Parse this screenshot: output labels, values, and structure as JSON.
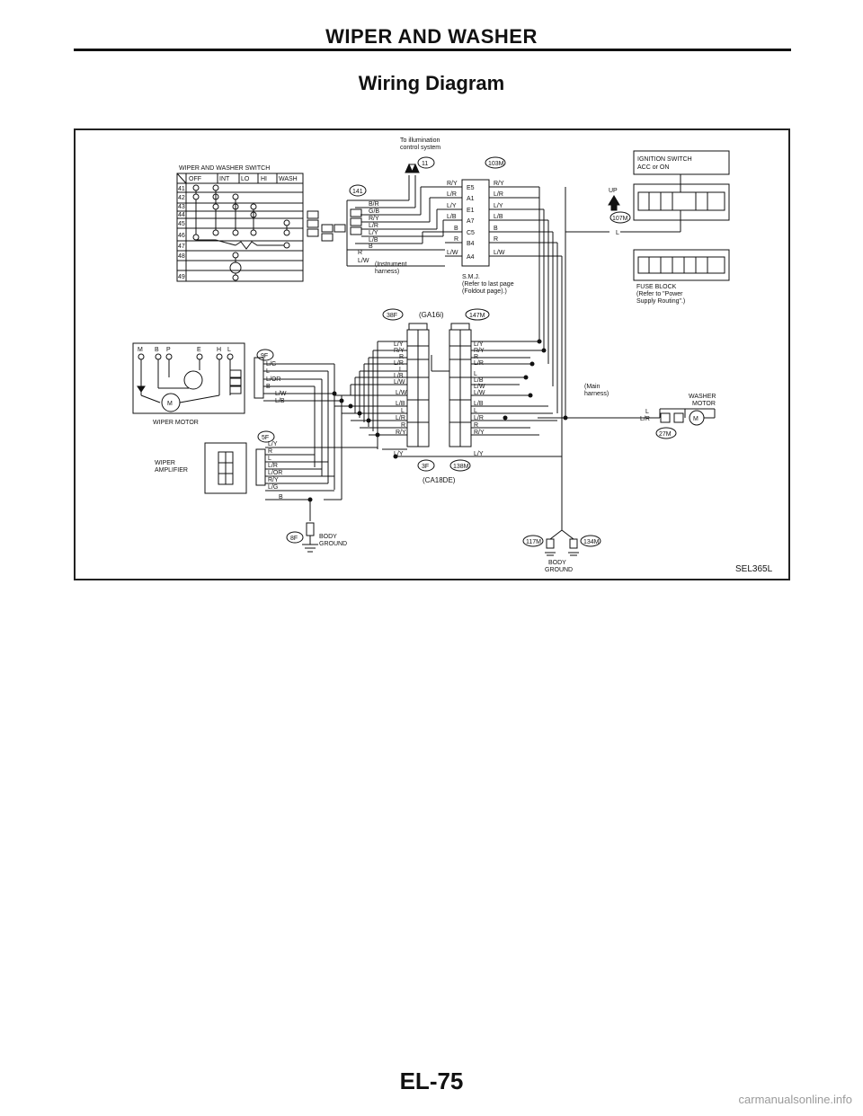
{
  "header": {
    "title": "WIPER AND WASHER",
    "subtitle": "Wiring Diagram"
  },
  "diagram": {
    "figure_code": "SEL365L",
    "switch": {
      "title": "WIPER AND WASHER SWITCH",
      "columns": [
        "OFF",
        "INT",
        "LO",
        "HI",
        "WASH"
      ],
      "rows": [
        "41",
        "42",
        "43",
        "44",
        "45",
        "46",
        "47",
        "48",
        "49"
      ]
    },
    "illumination_note": [
      "To illumination",
      "control system"
    ],
    "ignition_switch": [
      "IGNITION SWITCH",
      "ACC or ON"
    ],
    "up_label": "UP",
    "fuse_block": [
      "FUSE BLOCK",
      "(Refer to \"Power",
      "Supply Routing\".)"
    ],
    "connectors": {
      "c11": "11",
      "c103m": "103M",
      "c141": "141",
      "c107m": "107M",
      "c38f": "38F",
      "c147m": "147M",
      "c9f": "9F",
      "c5f": "5F",
      "c3f": "3F",
      "c138m": "138M",
      "c27m": "27M",
      "c8f": "8F",
      "c117m": "117M",
      "c134m": "134M"
    },
    "ga16i": "(GA16i)",
    "ca18de": "(CA18DE)",
    "smj": [
      "S.M.J.",
      "(Refer to last page",
      "(Foldout page).)"
    ],
    "instrument_harness": [
      "(Instrument",
      "harness)"
    ],
    "main_harness": [
      "(Main",
      "harness)"
    ],
    "smj_pins": [
      {
        "left": "R/Y",
        "pin": "E5",
        "right": "R/Y"
      },
      {
        "left": "L/R",
        "pin": "A1",
        "right": "L/R"
      },
      {
        "left": "L/Y",
        "pin": "E1",
        "right": "L/Y"
      },
      {
        "left": "L/B",
        "pin": "A7",
        "right": "L/B"
      },
      {
        "left": "B",
        "pin": "C5",
        "right": "B"
      },
      {
        "left": "R",
        "pin": "B4",
        "right": "R"
      },
      {
        "left": "L/W",
        "pin": "A4",
        "right": "L/W"
      }
    ],
    "switch_wires": [
      "B/R",
      "G/B",
      "R/Y",
      "L/R",
      "L/Y",
      "L/B",
      "B",
      "R",
      "L/W"
    ],
    "wiper_motor": {
      "label": "WIPER MOTOR",
      "terminals": [
        "M",
        "B",
        "P",
        "E",
        "H",
        "L"
      ]
    },
    "motor_wires": [
      "L/G",
      "L",
      "L/OR",
      "B",
      "L/W",
      "L/B"
    ],
    "wiper_amplifier": {
      "label": [
        "WIPER",
        "AMPLIFIER"
      ]
    },
    "amp_wires": [
      "L/Y",
      "R",
      "L",
      "L/R",
      "L/OR",
      "R/Y",
      "L/G",
      "B"
    ],
    "ga_left_wires": [
      "L/Y",
      "R/Y",
      "R",
      "L/R",
      "L",
      "L/B",
      "L/W",
      "L/W",
      "L/B",
      "L",
      "L/R",
      "R",
      "R/Y",
      "L/Y"
    ],
    "ga_right_wires": [
      "L/Y",
      "R/Y",
      "R",
      "L/R",
      "L",
      "L/B",
      "L/W",
      "L/W",
      "L/B",
      "L",
      "L/R",
      "R",
      "R/Y",
      "L/Y"
    ],
    "fuse_wire": "L",
    "washer_motor": {
      "label": [
        "WASHER",
        "MOTOR"
      ],
      "wires": [
        "L",
        "L/R"
      ]
    },
    "body_ground": [
      "BODY",
      "GROUND"
    ]
  },
  "page_number": "EL-75",
  "watermark": "carmanualsonline.info"
}
